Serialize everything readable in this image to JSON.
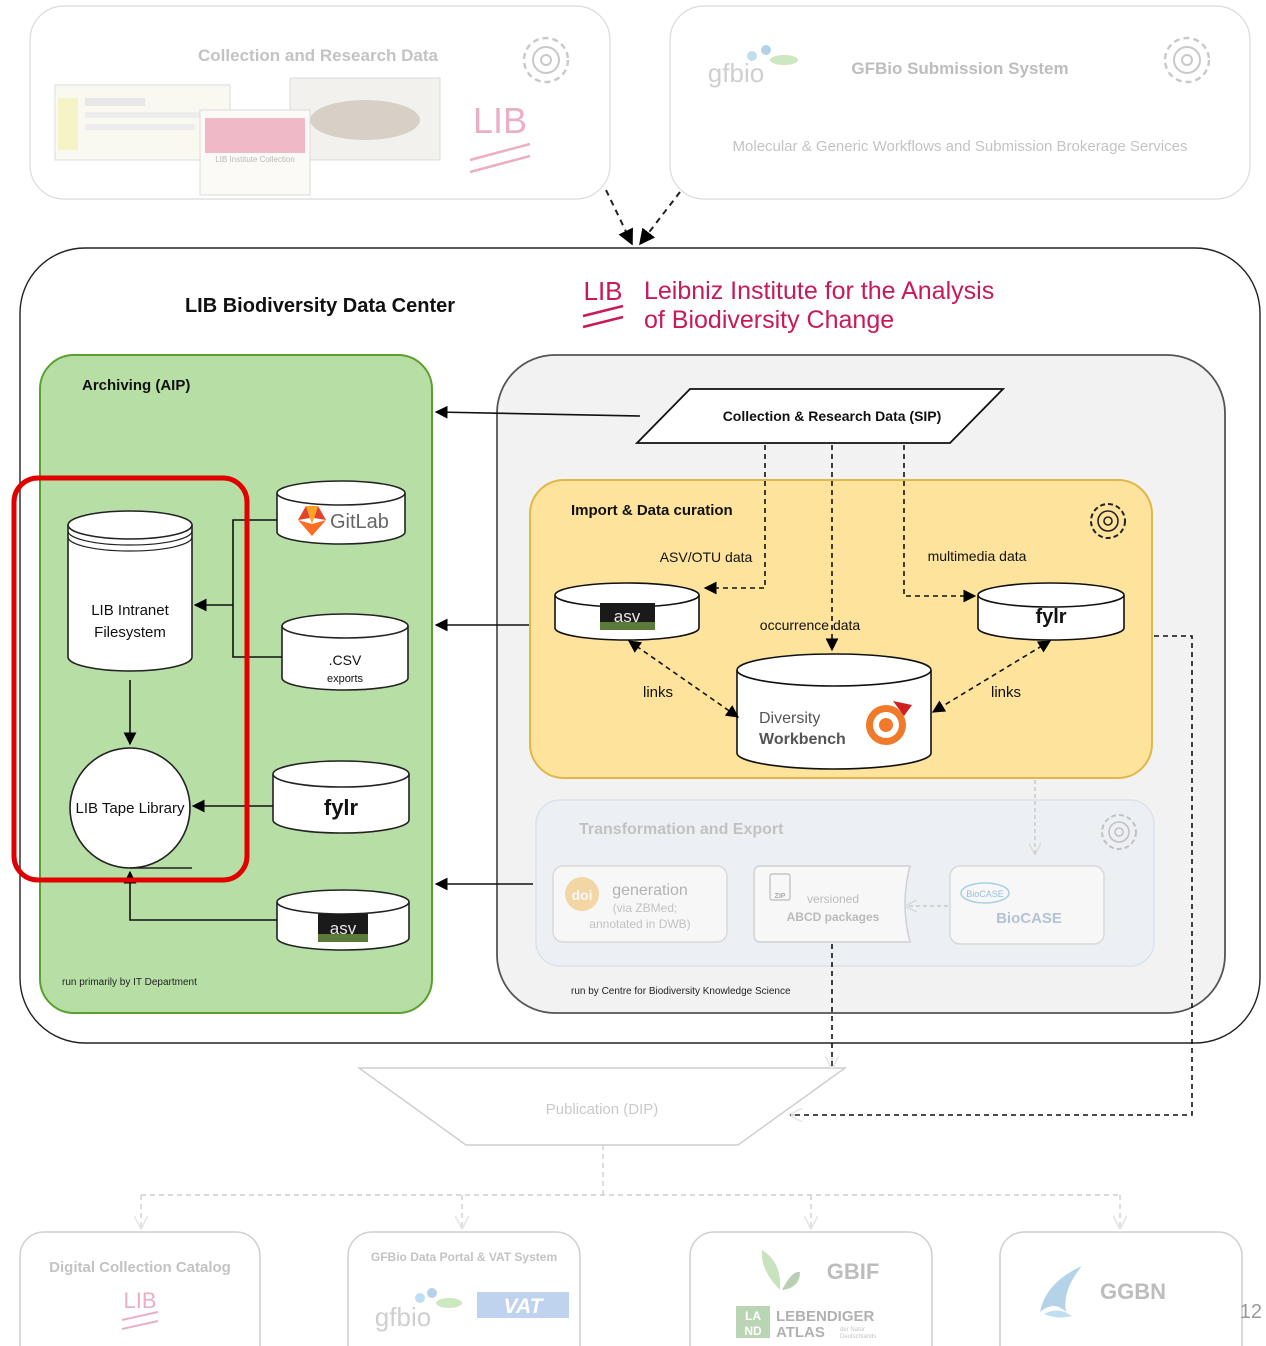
{
  "sources": {
    "collection": {
      "title": "Collection and Research Data",
      "logo": "LIB",
      "icon": "gear-icon",
      "thumb_caption": "LIB Institute Collection"
    },
    "gfbio": {
      "logo": "gfbio",
      "title": "GFBio Submission System",
      "subtitle": "Molecular & Generic Workflows and  Submission Brokerage Services",
      "icon": "gear-icon"
    }
  },
  "center": {
    "title": "LIB Biodiversity Data Center",
    "org_logo": "LIB",
    "org_name_line1": "Leibniz Institute for the Analysis",
    "org_name_line2": "of Biodiversity Change"
  },
  "archiving": {
    "title": "Archiving (AIP)",
    "footer": "run primarily by IT Department",
    "gitlab_label": "GitLab",
    "intranet_line1": "LIB Intranet",
    "intranet_line2": "Filesystem",
    "csv_label": ".CSV",
    "csv_sublabel": "exports",
    "tape_label": "LIB Tape Library",
    "fylr_label": "fylr",
    "asv_label": "asv"
  },
  "kb_centre": {
    "footer": "run by Centre for Biodiversity Knowledge Science",
    "sip_label": "Collection & Research Data  (SIP)",
    "import": {
      "title": "Import & Data curation",
      "asv_otu": "ASV/OTU data",
      "multimedia": "multimedia data",
      "occurrence": "occurrence data",
      "links_left": "links",
      "links_right": "links",
      "asv_label": "asv",
      "fylr_label": "fylr",
      "dw_line1": "Diversity",
      "dw_line2": "Workbench"
    },
    "transform": {
      "title": "Transformation and Export",
      "doi_logo": "doi",
      "doi_line1": "generation",
      "doi_line2": "(via ZBMed;",
      "doi_line3": "annotated in DWB)",
      "zip_icon": "ZIP",
      "abcd_line1": "versioned",
      "abcd_line2": "ABCD packages",
      "biocase_logo": "BioCASE",
      "biocase_label": "BioCASE"
    }
  },
  "publication": {
    "label": "Publication (DIP)"
  },
  "portals": {
    "dcc": {
      "title": "Digital Collection Catalog",
      "logo": "LIB"
    },
    "gfbio": {
      "title": "GFBio Data Portal & VAT System",
      "logo": "gfbio",
      "vat": "VAT"
    },
    "gbif": {
      "title": "GBIF",
      "la": "LA",
      "nd": "ND",
      "atlas_line1": "LEBENDIGER",
      "atlas_line2": "ATLAS",
      "atlas_small1": "der Natur",
      "atlas_small2": "Deutschlands"
    },
    "ggbn": {
      "title": "GGBN"
    }
  },
  "page_number": "12",
  "colors": {
    "lib_magenta": "#c8195a",
    "archiving_fill": "#b7dfa5",
    "archiving_stroke": "#5aa02c",
    "import_fill": "#fde39b",
    "import_stroke": "#e0b84a",
    "highlight_red": "#e00000",
    "faded_grey": "#c8c8c8"
  }
}
